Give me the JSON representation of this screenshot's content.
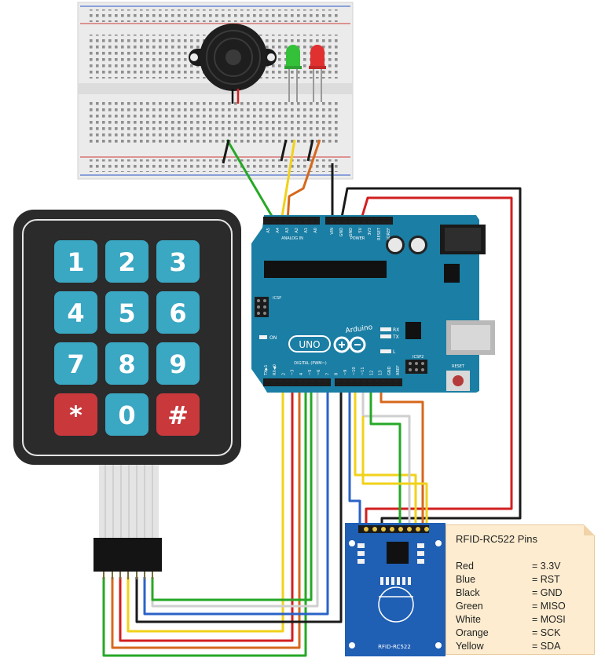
{
  "keypad": {
    "keys": [
      "1",
      "2",
      "3",
      "4",
      "5",
      "6",
      "7",
      "8",
      "9",
      "*",
      "0",
      "#"
    ]
  },
  "arduino": {
    "brand": "Arduino",
    "model": "UNO",
    "on_label": "ON",
    "tx_label": "TX",
    "rx_label": "RX",
    "l_label": "L",
    "icsp_label": "ICSP",
    "icsp2_label": "ICSP2",
    "reset_label": "RESET",
    "analog_label": "ANALOG IN",
    "power_label": "POWER",
    "digital_label": "DIGITAL (PWM~)",
    "analog_pins": [
      "A5",
      "A4",
      "A3",
      "A2",
      "A1",
      "A0"
    ],
    "power_pins": [
      "VIN",
      "GND",
      "GND",
      "5V",
      "3V3",
      "RESET",
      "IOREF"
    ],
    "digital_pins": [
      "TX▶1",
      "RX◀0",
      "2",
      "~3",
      "4",
      "~5",
      "~6",
      "7",
      "8",
      "~9",
      "~10",
      "~11",
      "12",
      "13",
      "GND",
      "AREF"
    ]
  },
  "rfid": {
    "board_label": "RFID-RC522"
  },
  "legend": {
    "title": "RFID-RC522 Pins",
    "rows": [
      {
        "color_name": "Red",
        "pin": "= 3.3V"
      },
      {
        "color_name": "Blue",
        "pin": "= RST"
      },
      {
        "color_name": "Black",
        "pin": "= GND"
      },
      {
        "color_name": "Green",
        "pin": "= MISO"
      },
      {
        "color_name": "White",
        "pin": "= MOSI"
      },
      {
        "color_name": "Orange",
        "pin": "= SCK"
      },
      {
        "color_name": "Yellow",
        "pin": "= SDA"
      }
    ]
  },
  "colors": {
    "key_blue": "#3aa7c3",
    "key_red": "#c9393c",
    "keypad_body": "#2b2b2b",
    "arduino_teal": "#1b7ea4",
    "rfid_blue": "#1f5fb4",
    "breadboard": "#ececec",
    "wire_red": "#d21f1f",
    "wire_blue": "#2a63c7",
    "wire_black": "#1a1a1a",
    "wire_green": "#26a826",
    "wire_white": "#c8c8c8",
    "wire_orange": "#d6681d",
    "wire_yellow": "#f0d21a"
  },
  "icons": [
    "buzzer-icon",
    "led-green-icon",
    "led-red-icon",
    "arduino-logo-icon"
  ]
}
